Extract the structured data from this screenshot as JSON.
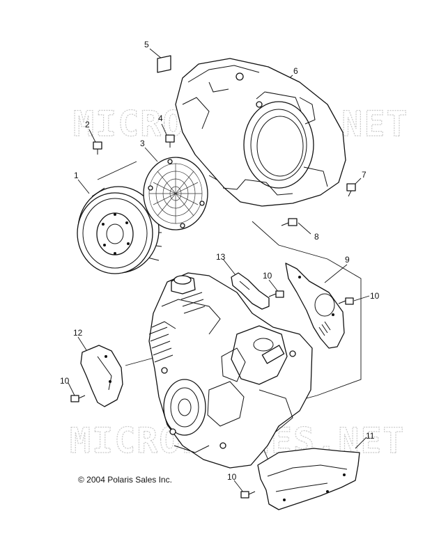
{
  "watermark": "MICROFICHES.NET",
  "copyright": "© 2004 Polaris Sales Inc.",
  "callouts": {
    "c1": "1",
    "c2": "2",
    "c3": "3",
    "c4": "4",
    "c5": "5",
    "c6": "6",
    "c7": "7",
    "c8": "8",
    "c9": "9",
    "c10a": "10",
    "c10b": "10",
    "c10c": "10",
    "c10d": "10",
    "c11": "11",
    "c12": "12",
    "c13": "13"
  }
}
